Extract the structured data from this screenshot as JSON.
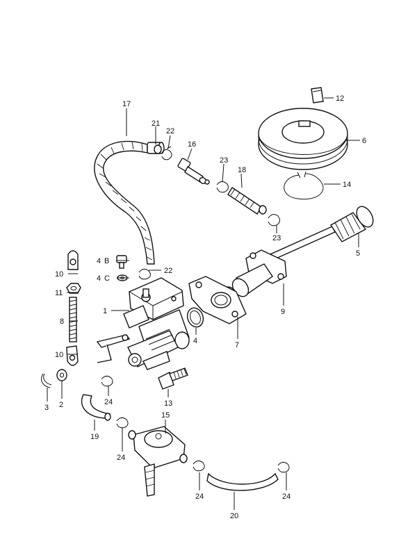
{
  "callouts": {
    "c1": "1",
    "c2": "2",
    "c3": "3",
    "c4a": "4",
    "c4b": "4",
    "c4c": "4",
    "c5": "5",
    "c6": "6",
    "c7": "7",
    "c8": "8",
    "c9": "9",
    "c10a": "10",
    "c10b": "10",
    "c11": "11",
    "c12": "12",
    "c13": "13",
    "c14": "14",
    "c15": "15",
    "c16": "16",
    "c17": "17",
    "c18": "18",
    "c19": "19",
    "c20": "20",
    "c21": "21",
    "c22a": "22",
    "c22b": "22",
    "c23a": "23",
    "c23b": "23",
    "c24a": "24",
    "c24b": "24",
    "c24c": "24",
    "c24d": "24",
    "varB": "B",
    "varC": "C"
  },
  "parts": {
    "oil_pump_body": "1",
    "washer": "2",
    "cotter_pin": "3",
    "gasket": "4",
    "driven_gear_shaft": "5",
    "drive_gear_plate": "6",
    "gear_case": "7",
    "stud": "8",
    "shaft_housing": "9",
    "rod_end": "10",
    "nut": "11",
    "key": "12",
    "bolt": "13",
    "circlip": "14",
    "fuel_filter": "15",
    "check_valve": "16",
    "oil_hose": "17",
    "valve": "18",
    "hose_19": "19",
    "hose_20": "20",
    "cap": "21",
    "clip_22": "22",
    "clip_23": "23",
    "clip_24": "24"
  }
}
